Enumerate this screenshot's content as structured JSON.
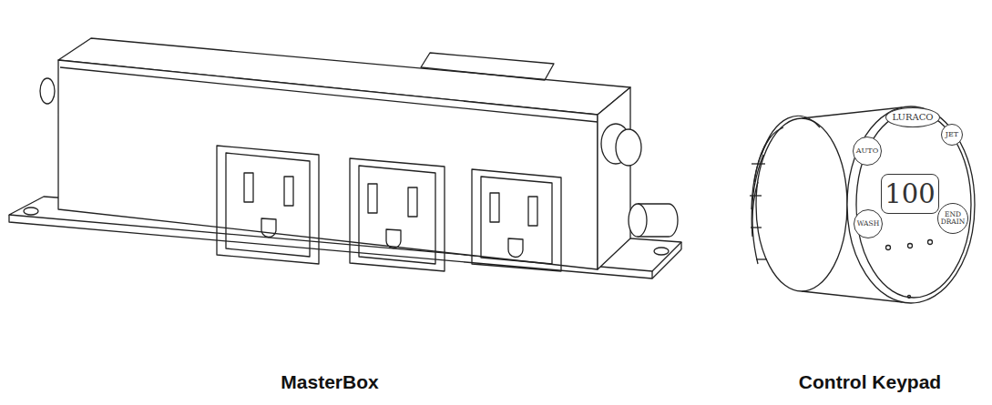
{
  "diagram": {
    "nodes": [
      {
        "text": [
          "LURACO"
        ]
      },
      {
        "text": [
          "AUTO"
        ]
      },
      {
        "text": [
          "JET"
        ]
      },
      {
        "text": [
          "100"
        ]
      },
      {
        "text": [
          "WASH"
        ]
      },
      {
        "text": [
          "END DRAIN"
        ]
      }
    ],
    "labels": [
      "MasterBox",
      "Control Keypad"
    ]
  }
}
